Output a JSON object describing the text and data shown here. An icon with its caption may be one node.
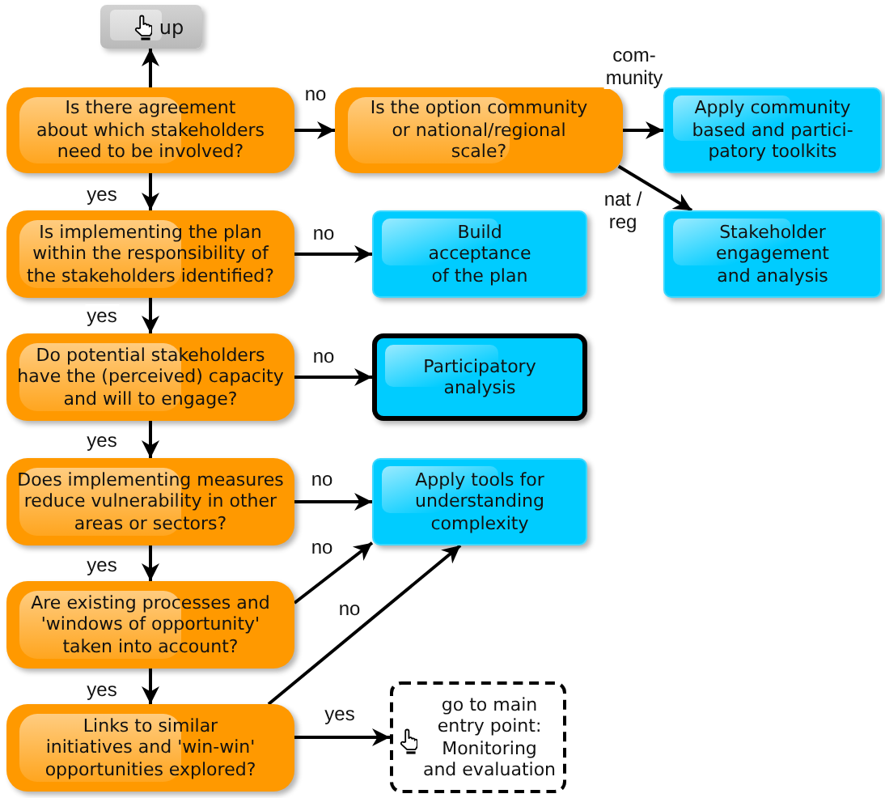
{
  "diagram": {
    "nodes": [
      {
        "text": [
          "up"
        ]
      },
      {
        "text": [
          "Is there agreement about which stakeholders need to be involved?"
        ]
      },
      {
        "text": [
          "Is the option community or national/regional scale?"
        ]
      },
      {
        "text": [
          "Apply community based and partici- patory toolkits"
        ]
      },
      {
        "text": [
          "Is implementing the plan within the responsibility of the stakeholders identified?"
        ]
      },
      {
        "text": [
          "Build acceptance of the plan"
        ]
      },
      {
        "text": [
          "Stakeholder engagement and analysis"
        ]
      },
      {
        "text": [
          "Do potential stakeholders have the (perceived) capacity and will to engage?"
        ]
      },
      {
        "text": [
          "Participatory analysis"
        ]
      },
      {
        "text": [
          "Does implementing measures reduce vulnerability in other areas or sectors?"
        ]
      },
      {
        "text": [
          "Apply tools for understanding complexity"
        ]
      },
      {
        "text": [
          "Are existing processes and 'windows of opportunity' taken into account?"
        ]
      },
      {
        "text": [
          "Links to similar initiatives and 'win-win' opportunities explored?"
        ]
      },
      {
        "text": [
          "go to main entry point: Monitoring and evaluation"
        ]
      }
    ],
    "edges": [
      {
        "from": 1,
        "to": 0,
        "arrow": "to"
      },
      {
        "from": 1,
        "to": 2,
        "arrow": "to",
        "label": "no"
      },
      {
        "from": 2,
        "to": 3,
        "arrow": "to",
        "label": "com- munity"
      },
      {
        "from": 2,
        "to": 6,
        "arrow": "to",
        "label": "nat / reg"
      },
      {
        "from": 1,
        "to": 4,
        "arrow": "to",
        "label": "yes"
      },
      {
        "from": 4,
        "to": 5,
        "arrow": "to",
        "label": "no"
      },
      {
        "from": 4,
        "to": 7,
        "arrow": "to",
        "label": "yes"
      },
      {
        "from": 7,
        "to": 8,
        "arrow": "to",
        "label": "no"
      },
      {
        "from": 7,
        "to": 9,
        "arrow": "to",
        "label": "yes"
      },
      {
        "from": 9,
        "to": 10,
        "arrow": "to",
        "label": "no"
      },
      {
        "from": 9,
        "to": 11,
        "arrow": "to",
        "label": "yes"
      },
      {
        "from": 11,
        "to": 10,
        "arrow": "to",
        "label": "no"
      },
      {
        "from": 11,
        "to": 12,
        "arrow": "to",
        "label": "yes"
      },
      {
        "from": 12,
        "to": 10,
        "arrow": "to",
        "label": "no"
      },
      {
        "from": 12,
        "to": 13,
        "arrow": "to",
        "label": "yes"
      }
    ]
  }
}
